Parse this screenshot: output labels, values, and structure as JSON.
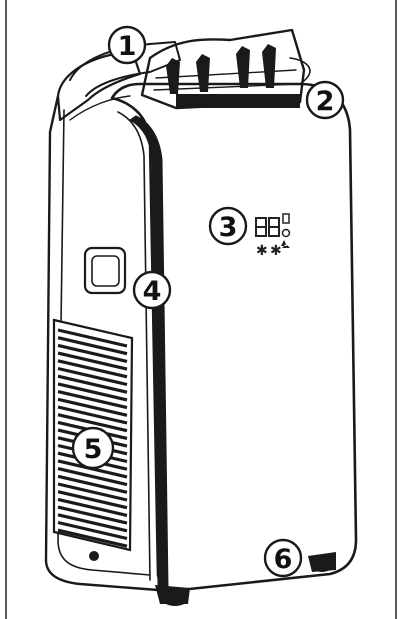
{
  "figure": {
    "callouts": [
      {
        "id": "1",
        "label": "1"
      },
      {
        "id": "2",
        "label": "2"
      },
      {
        "id": "3",
        "label": "3"
      },
      {
        "id": "4",
        "label": "4"
      },
      {
        "id": "5",
        "label": "5"
      },
      {
        "id": "6",
        "label": "6"
      }
    ],
    "control_panel": {
      "digits": "88",
      "symbols": [
        "snowflake-icon",
        "snowflake-icon",
        "fan-icon",
        "timer-icon",
        "water-drop-icon"
      ]
    }
  }
}
